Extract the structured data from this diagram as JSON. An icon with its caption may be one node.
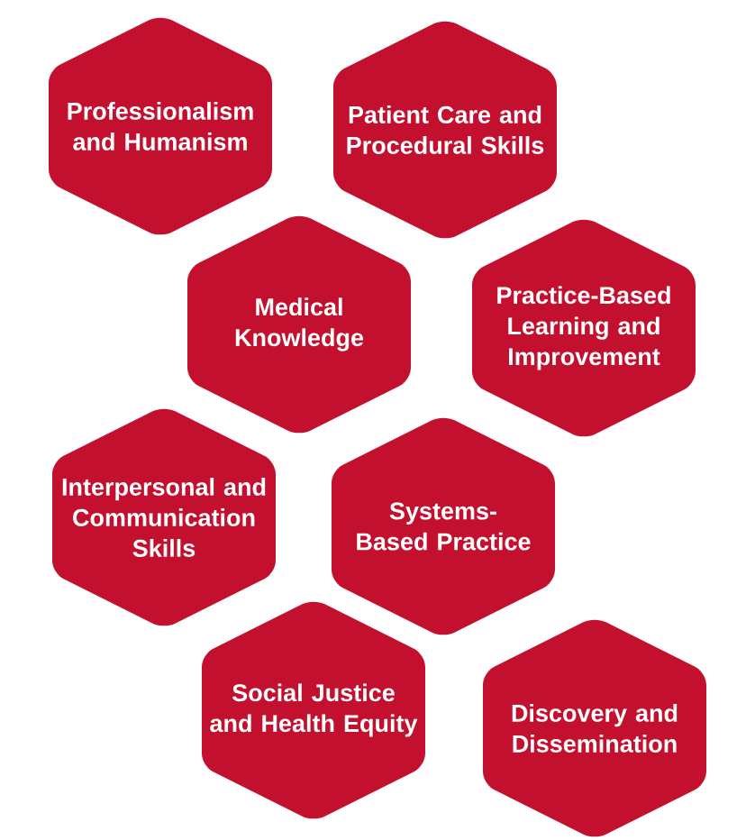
{
  "diagram": {
    "nodes": [
      {
        "text": [
          "Professionalism and Humanism"
        ]
      },
      {
        "text": [
          "Patient Care and Procedural Skills"
        ]
      },
      {
        "text": [
          "Medical Knowledge"
        ]
      },
      {
        "text": [
          "Practice-Based Learning and Improvement"
        ]
      },
      {
        "text": [
          "Interpersonal and Communication Skills"
        ]
      },
      {
        "text": [
          "Systems-Based Practice"
        ]
      },
      {
        "text": [
          "Social Justice and Health Equity"
        ]
      },
      {
        "text": [
          "Discovery and Dissemination"
        ]
      }
    ]
  }
}
